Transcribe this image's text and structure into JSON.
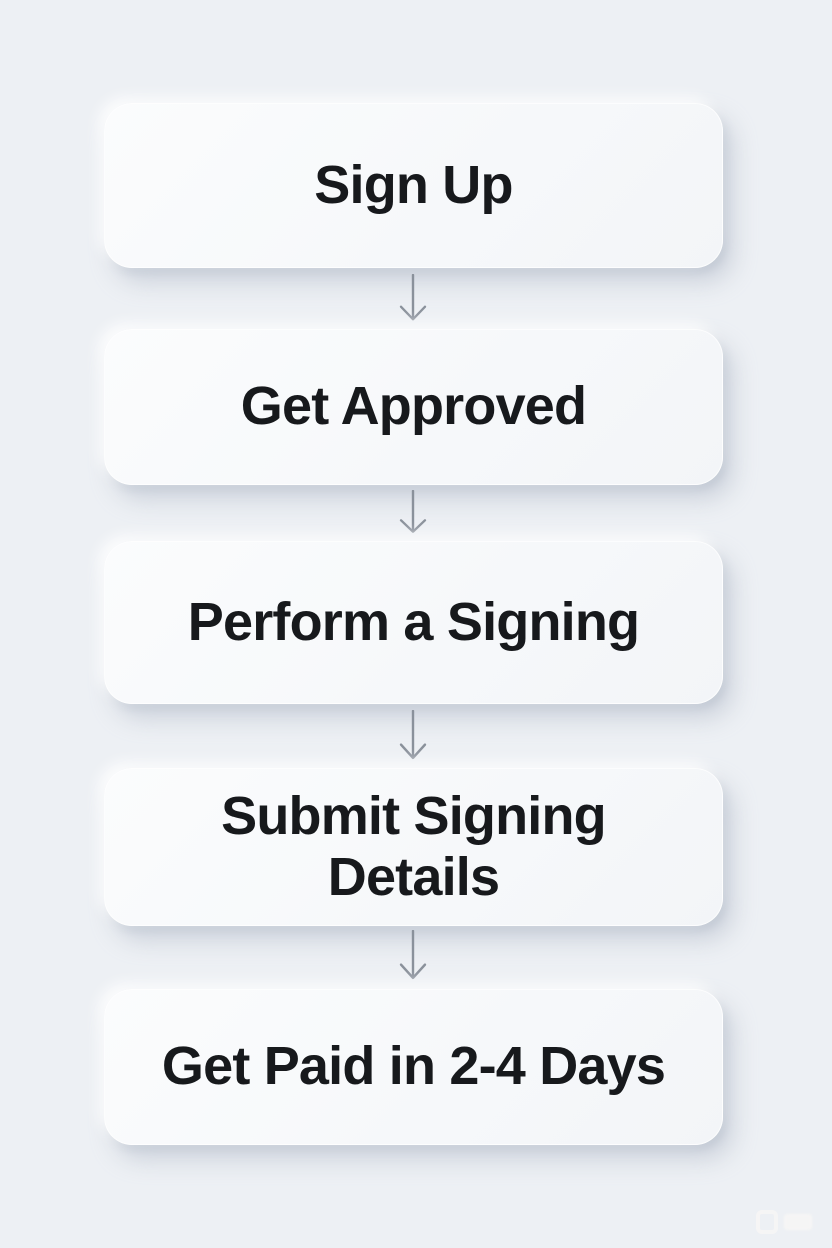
{
  "diagram": {
    "type": "flowchart",
    "direction": "top-down",
    "steps": [
      {
        "label": "Sign Up"
      },
      {
        "label": "Get Approved"
      },
      {
        "label": "Perform a Signing"
      },
      {
        "label": "Submit Signing\nDetails"
      },
      {
        "label": "Get Paid in 2-4 Days"
      }
    ],
    "connectors": [
      {
        "from": 0,
        "to": 1,
        "style": "arrow-down"
      },
      {
        "from": 1,
        "to": 2,
        "style": "arrow-down"
      },
      {
        "from": 2,
        "to": 3,
        "style": "arrow-down"
      },
      {
        "from": 3,
        "to": 4,
        "style": "arrow-down"
      }
    ],
    "colors": {
      "background": "#edf0f4",
      "box_fill": "#f8f9fb",
      "box_shadow": "#a3aebe",
      "text": "#17191c",
      "arrow": "#8a919b"
    }
  }
}
